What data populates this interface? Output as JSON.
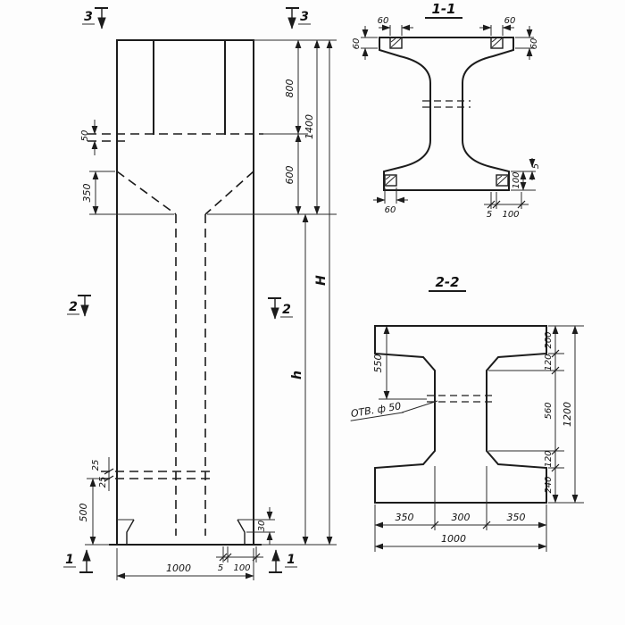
{
  "main_view": {
    "markers": {
      "top_left": "3",
      "top_right": "3",
      "mid_left": "2",
      "mid_right": "2",
      "bottom_left": "1",
      "bottom_right": "1"
    },
    "dims": {
      "d50": "50",
      "d350": "350",
      "d25a": "25",
      "d25b": "25",
      "d500": "500",
      "d800": "800",
      "d600": "600",
      "d1400": "1400",
      "dH": "H",
      "dh": "h",
      "d30": "30",
      "d5": "5",
      "d100": "100",
      "d1000": "1000"
    }
  },
  "section11": {
    "title": "1-1",
    "dims": {
      "tl60": "60",
      "tr60": "60",
      "l60": "60",
      "r60": "60",
      "bl60": "60",
      "r100": "100",
      "r5": "5",
      "b5": "5",
      "b100": "100"
    }
  },
  "section22": {
    "title": "2-2",
    "dims": {
      "d550": "550",
      "d200": "200",
      "d120t": "120",
      "d560": "560",
      "d120b": "120",
      "d240": "240",
      "d1200": "1200",
      "hole": "ОТВ. ф 50",
      "b350l": "350",
      "b300": "300",
      "b350r": "350",
      "b1000": "1000"
    }
  }
}
